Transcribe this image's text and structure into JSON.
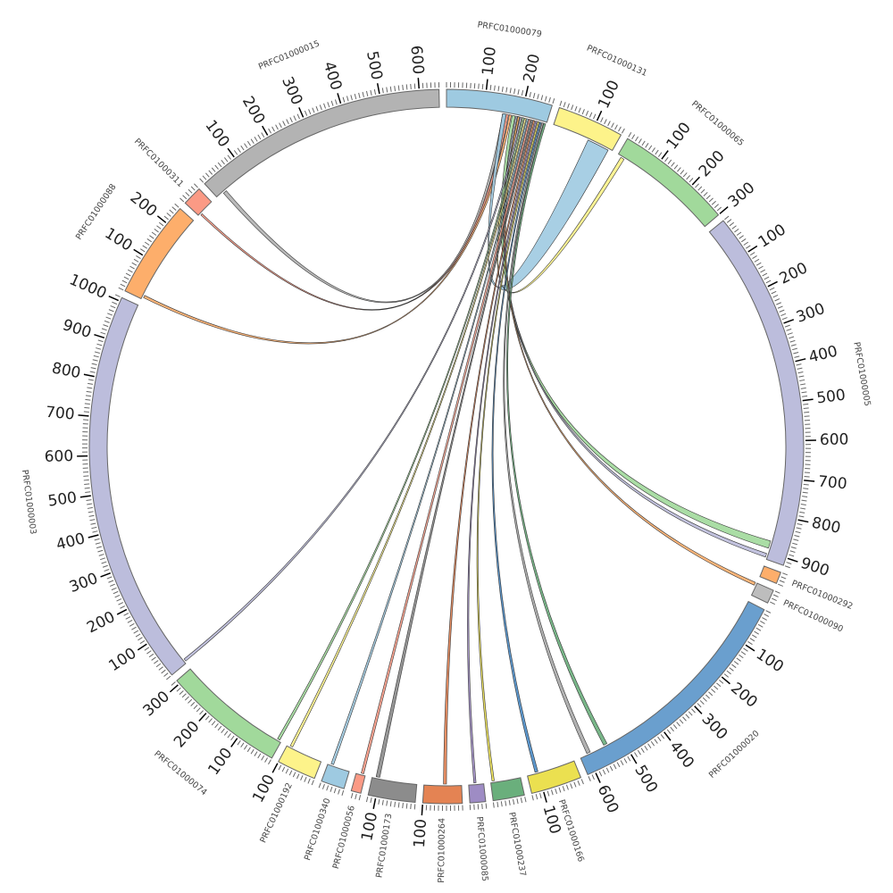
{
  "diagram": {
    "type": "chord",
    "segments": [
      {
        "name": "PRFC01000079",
        "length": 270,
        "color": "#9ecae1"
      },
      {
        "name": "PRFC01000131",
        "length": 170,
        "color": "#fdf38a"
      },
      {
        "name": "PRFC01000065",
        "length": 300,
        "color": "#a1d99b"
      },
      {
        "name": "PRFC01000005",
        "length": 920,
        "color": "#bcbddc"
      },
      {
        "name": "PRFC01000292",
        "length": 30,
        "color": "#fdae6b"
      },
      {
        "name": "PRFC01000090",
        "length": 35,
        "color": "#bdbdbd"
      },
      {
        "name": "PRFC01000020",
        "length": 620,
        "color": "#6a9fce"
      },
      {
        "name": "PRFC01000166",
        "length": 130,
        "color": "#ebe050"
      },
      {
        "name": "PRFC01000237",
        "length": 80,
        "color": "#6aaf7c"
      },
      {
        "name": "PRFC01000085",
        "length": 40,
        "color": "#9e8cc4"
      },
      {
        "name": "PRFC01000264",
        "length": 100,
        "color": "#e48353"
      },
      {
        "name": "PRFC01000173",
        "length": 120,
        "color": "#8c8c8c"
      },
      {
        "name": "PRFC01000056",
        "length": 25,
        "color": "#fb9a85"
      },
      {
        "name": "PRFC01000340",
        "length": 60,
        "color": "#9ecae1"
      },
      {
        "name": "PRFC01000192",
        "length": 100,
        "color": "#fdf38a"
      },
      {
        "name": "PRFC01000074",
        "length": 310,
        "color": "#a1d99b"
      },
      {
        "name": "PRFC01000003",
        "length": 1010,
        "color": "#bcbddc"
      },
      {
        "name": "PRFC01000088",
        "length": 250,
        "color": "#fdae6b"
      },
      {
        "name": "PRFC01000311",
        "length": 50,
        "color": "#fb9a85"
      },
      {
        "name": "PRFC01000015",
        "length": 650,
        "color": "#b3b3b3"
      }
    ],
    "links": [
      {
        "from": [
          0,
          150,
          158
        ],
        "to": [
          19,
          20,
          30
        ],
        "color": "#b3b3b3"
      },
      {
        "from": [
          0,
          160,
          166
        ],
        "to": [
          18,
          5,
          10
        ],
        "color": "#fb9a85"
      },
      {
        "from": [
          0,
          168,
          174
        ],
        "to": [
          17,
          5,
          12
        ],
        "color": "#fdae6b"
      },
      {
        "from": [
          1,
          100,
          160
        ],
        "to": [
          0,
          150,
          160
        ],
        "color": "#9ecae1"
      },
      {
        "from": [
          2,
          10,
          20
        ],
        "to": [
          0,
          190,
          196
        ],
        "color": "#fdf38a"
      },
      {
        "from": [
          0,
          176,
          184
        ],
        "to": [
          3,
          870,
          890
        ],
        "color": "#a1d99b"
      },
      {
        "from": [
          0,
          186,
          190
        ],
        "to": [
          3,
          905,
          915
        ],
        "color": "#bcbddc"
      },
      {
        "from": [
          0,
          192,
          196
        ],
        "to": [
          5,
          0,
          8
        ],
        "color": "#fdae6b"
      },
      {
        "from": [
          0,
          198,
          202
        ],
        "to": [
          16,
          5,
          12
        ],
        "color": "#bcbddc"
      },
      {
        "from": [
          0,
          204,
          208
        ],
        "to": [
          15,
          5,
          12
        ],
        "color": "#a1d99b"
      },
      {
        "from": [
          0,
          210,
          214
        ],
        "to": [
          14,
          85,
          92
        ],
        "color": "#fdf38a"
      },
      {
        "from": [
          0,
          216,
          220
        ],
        "to": [
          13,
          45,
          52
        ],
        "color": "#9ecae1"
      },
      {
        "from": [
          0,
          222,
          226
        ],
        "to": [
          12,
          5,
          12
        ],
        "color": "#fb9a85"
      },
      {
        "from": [
          0,
          228,
          232
        ],
        "to": [
          11,
          100,
          110
        ],
        "color": "#8c8c8c"
      },
      {
        "from": [
          0,
          234,
          238
        ],
        "to": [
          10,
          40,
          48
        ],
        "color": "#e48353"
      },
      {
        "from": [
          0,
          240,
          244
        ],
        "to": [
          9,
          20,
          26
        ],
        "color": "#9e8cc4"
      },
      {
        "from": [
          0,
          246,
          250
        ],
        "to": [
          8,
          70,
          76
        ],
        "color": "#ebe050"
      },
      {
        "from": [
          0,
          252,
          256
        ],
        "to": [
          7,
          100,
          108
        ],
        "color": "#4a8cc8"
      },
      {
        "from": [
          0,
          258,
          262
        ],
        "to": [
          6,
          590,
          600
        ],
        "color": "#aaaaaa"
      },
      {
        "from": [
          0,
          263,
          268
        ],
        "to": [
          6,
          540,
          550
        ],
        "color": "#6aaf7c"
      }
    ]
  }
}
